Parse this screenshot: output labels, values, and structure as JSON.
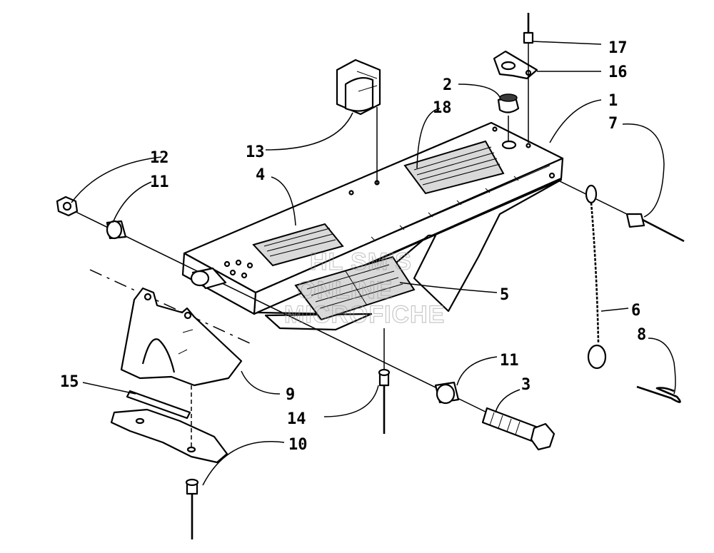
{
  "callouts": [
    {
      "id": "1",
      "label": "1"
    },
    {
      "id": "2",
      "label": "2"
    },
    {
      "id": "3",
      "label": "3"
    },
    {
      "id": "4",
      "label": "4"
    },
    {
      "id": "5",
      "label": "5"
    },
    {
      "id": "6",
      "label": "6"
    },
    {
      "id": "7",
      "label": "7"
    },
    {
      "id": "8",
      "label": "8"
    },
    {
      "id": "9",
      "label": "9"
    },
    {
      "id": "10",
      "label": "10"
    },
    {
      "id": "11a",
      "label": "11"
    },
    {
      "id": "11b",
      "label": "11"
    },
    {
      "id": "12",
      "label": "12"
    },
    {
      "id": "13",
      "label": "13"
    },
    {
      "id": "14",
      "label": "14"
    },
    {
      "id": "15",
      "label": "15"
    },
    {
      "id": "16",
      "label": "16"
    },
    {
      "id": "17",
      "label": "17"
    },
    {
      "id": "18",
      "label": "18"
    }
  ],
  "watermark": {
    "line1": "HL SM'S",
    "line2": "ONLINE",
    "line3": "MICROFICHE"
  }
}
